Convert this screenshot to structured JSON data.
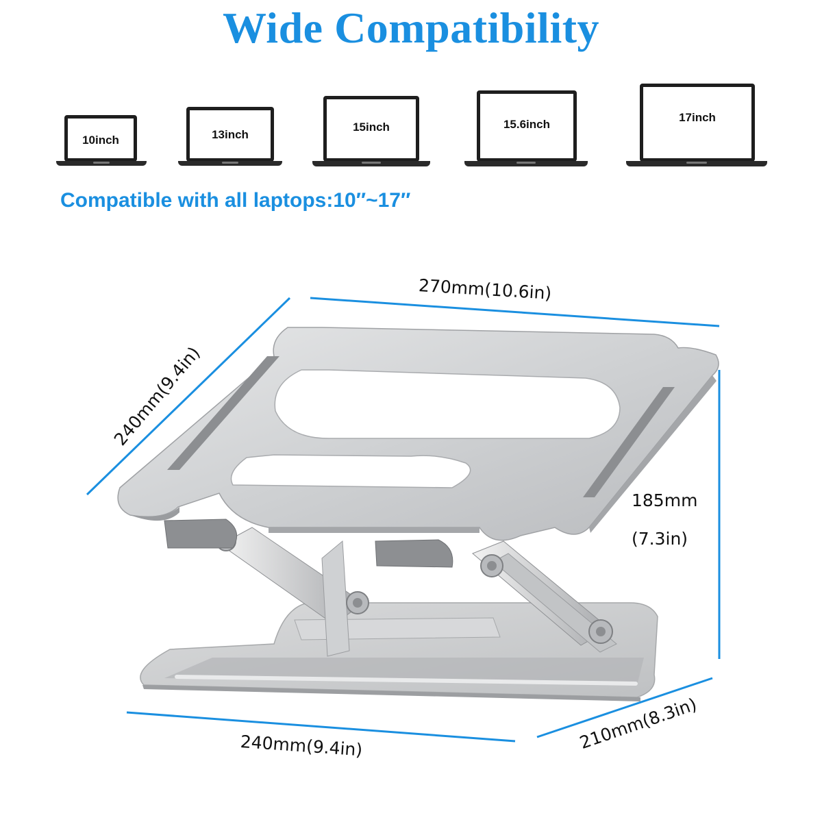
{
  "title": "Wide Compatibility",
  "laptops": [
    {
      "label": "10inch"
    },
    {
      "label": "13inch"
    },
    {
      "label": "15inch"
    },
    {
      "label": "15.6inch"
    },
    {
      "label": "17inch"
    }
  ],
  "subtitle": "Compatible with all laptops:10″~17″",
  "dimensions": {
    "top_width": "270mm(10.6in)",
    "top_depth": "240mm(9.4in)",
    "height_mm": "185mm",
    "height_in": "(7.3in)",
    "base_width": "240mm(9.4in)",
    "base_depth": "210mm(8.3in)"
  },
  "colors": {
    "accent": "#1a8fe0",
    "dimension_line": "#1a8fe0",
    "aluminum": "#c9cbcd"
  }
}
